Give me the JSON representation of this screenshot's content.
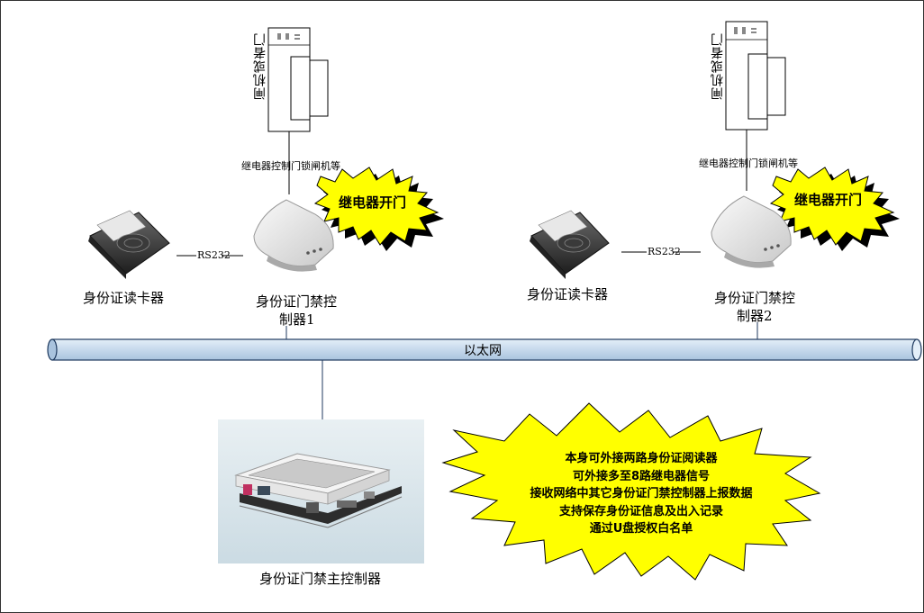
{
  "gates": {
    "left_label": "闸机或者门",
    "right_label": "闸机或者门"
  },
  "relay_notes": {
    "left": "继电器控制门锁闸机等",
    "right": "继电器控制门锁闸机等"
  },
  "bursts": {
    "relay_left": "继电器开门",
    "relay_right": "继电器开门"
  },
  "links": {
    "left": "RS232",
    "right": "RS232"
  },
  "readers": {
    "left": "身份证读卡器",
    "right": "身份证读卡器"
  },
  "controllers": {
    "c1_line1": "身份证门禁控",
    "c1_line2": "制器1",
    "c2_line1": "身份证门禁控",
    "c2_line2": "制器2"
  },
  "network": {
    "label": "以太网"
  },
  "main_controller": {
    "label": "身份证门禁主控制器"
  },
  "features": {
    "lines": [
      "本身可外接两路身份证阅读器",
      "可外接多至8路继电器信号",
      "接收网络中其它身份证门禁控制器上报数据",
      "支持保存身份证信息及出入记录",
      "通过U盘授权白名单"
    ]
  },
  "colors": {
    "burst_fill": "#ffff00",
    "network_fill": "#c6d9ec",
    "network_stroke": "#1f3a5f",
    "photo_bg": "#dde8ee"
  }
}
